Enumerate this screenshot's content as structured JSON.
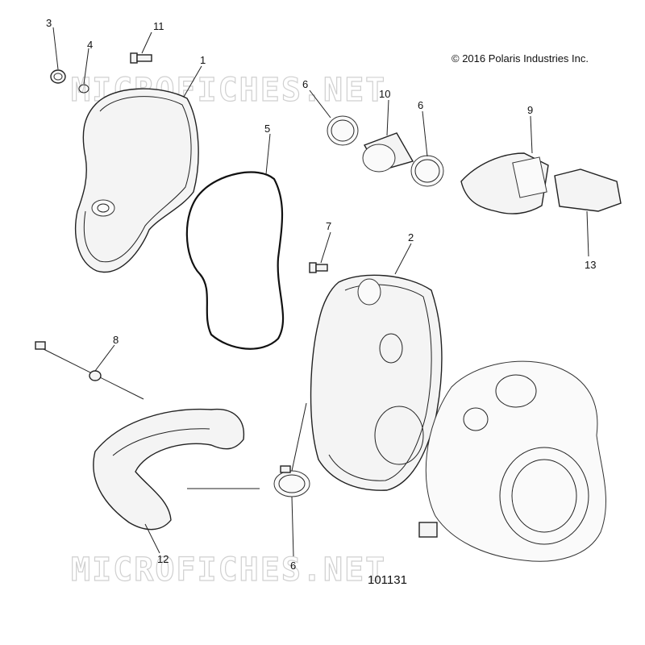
{
  "copyright": "© 2016 Polaris Industries Inc.",
  "watermark": "MICROFICHES.NET",
  "figure_number": "101131",
  "callouts": {
    "c3": "3",
    "c4": "4",
    "c11": "11",
    "c1": "1",
    "c5": "5",
    "c6a": "6",
    "c10": "10",
    "c6b": "6",
    "c9": "9",
    "c13": "13",
    "c7": "7",
    "c2": "2",
    "c8": "8",
    "c12": "12",
    "c6c": "6"
  }
}
